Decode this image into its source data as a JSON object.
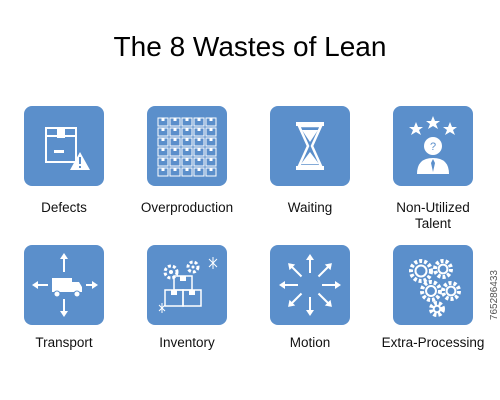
{
  "title": "The 8 Wastes of Lean",
  "accent_color": "#5b8fcb",
  "icon_color": "#ffffff",
  "items": [
    {
      "label": "Defects",
      "icon": "defective-box-warning-icon"
    },
    {
      "label": "Overproduction",
      "icon": "stacked-boxes-grid-icon"
    },
    {
      "label": "Waiting",
      "icon": "hourglass-icon"
    },
    {
      "label": "Non-Utilized Talent",
      "icon": "person-question-stars-icon"
    },
    {
      "label": "Transport",
      "icon": "truck-arrows-icon"
    },
    {
      "label": "Inventory",
      "icon": "boxes-gears-icon"
    },
    {
      "label": "Motion",
      "icon": "radiating-arrows-icon"
    },
    {
      "label": "Extra-Processing",
      "icon": "gears-cluster-icon"
    }
  ],
  "side_id": "765286433"
}
